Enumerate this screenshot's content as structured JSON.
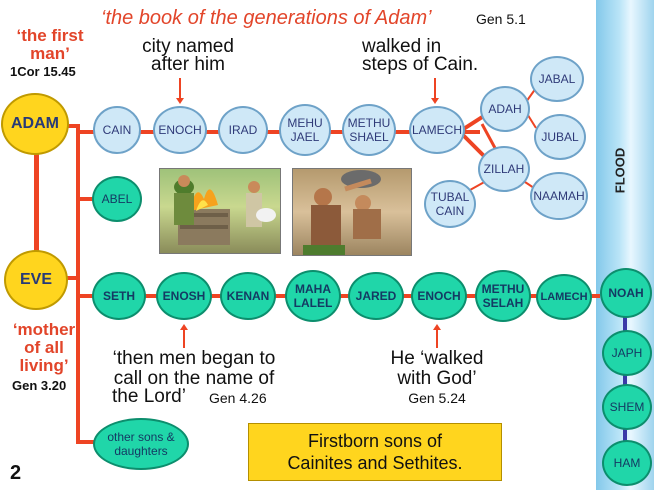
{
  "title": "‘the book of the generations of Adam’",
  "title_ref": "Gen 5.1",
  "adam_quote": "‘the first man’",
  "adam_quote_l1": "‘the first",
  "adam_quote_l2": "man’",
  "adam_ref": "1Cor 15.45",
  "eve_quote_l1": "‘mother",
  "eve_quote_l2": "of all",
  "eve_quote_l3": "living’",
  "eve_ref": "Gen 3.20",
  "enoch_city_l1": "city named",
  "enoch_city_l2": "after him",
  "lamech_note_l1": "walked in",
  "lamech_note_l2": "steps of Cain.",
  "enosh_note_l1": "‘then men began to",
  "enosh_note_l2": "call on the name of",
  "enosh_note_l3": "the Lord’",
  "enosh_ref": "Gen 4.26",
  "enoch_walk_l1": "He ‘walked",
  "enoch_walk_l2": "with God’",
  "enoch_walk_ref": "Gen 5.24",
  "caption_l1": "Firstborn sons of",
  "caption_l2": "Cainites and Sethites.",
  "page_number": "2",
  "flood_label": "FLOOD",
  "people": {
    "adam": "ADAM",
    "eve": "EVE",
    "cain": "CAIN",
    "enoch_c": "ENOCH",
    "irad": "IRAD",
    "mehujael_l1": "MEHU",
    "mehujael_l2": "JAEL",
    "methushael_l1": "METHU",
    "methushael_l2": "SHAEL",
    "lamech_c": "LAMECH",
    "adah": "ADAH",
    "zillah": "ZILLAH",
    "jabal": "JABAL",
    "jubal": "JUBAL",
    "naamah": "NAAMAH",
    "tubalcain_l1": "TUBAL",
    "tubalcain_l2": "CAIN",
    "abel": "ABEL",
    "seth": "SETH",
    "enosh": "ENOSH",
    "kenan": "KENAN",
    "mahalalel_l1": "MAHA",
    "mahalalel_l2": "LALEL",
    "jared": "JARED",
    "enoch_s": "ENOCH",
    "methuselah_l1": "METHU",
    "methuselah_l2": "SELAH",
    "lamech_s": "LAMECH",
    "noah": "NOAH",
    "japh": "JAPH",
    "shem": "SHEM",
    "ham": "HAM",
    "other_l1": "other sons &",
    "other_l2": "daughters"
  },
  "colors": {
    "line": "#ee4423",
    "cainite": "#cfe8f7",
    "sethite": "#20d6a9",
    "ancestor": "#ffd51e",
    "accent_text": "#e2452a"
  }
}
